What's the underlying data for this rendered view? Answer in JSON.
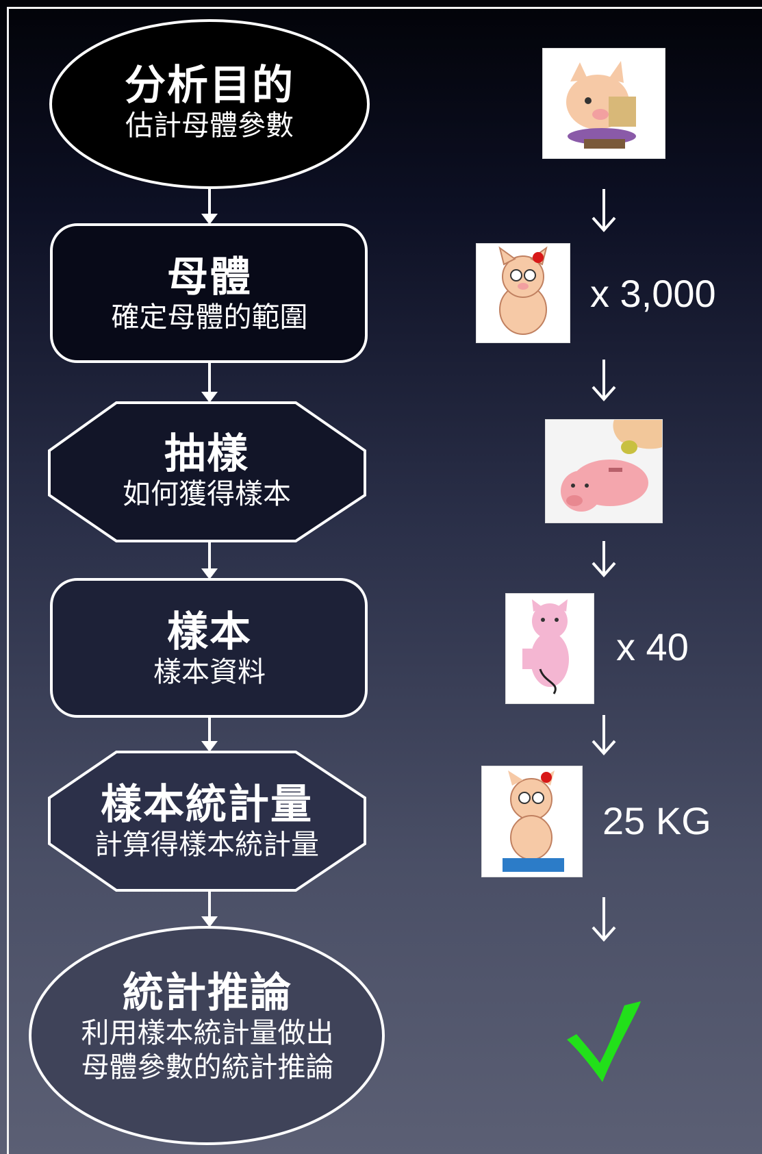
{
  "nodes": [
    {
      "title": "分析目的",
      "sub": "估計母體參數"
    },
    {
      "title": "母體",
      "sub": "確定母體的範圍"
    },
    {
      "title": "抽樣",
      "sub": "如何獲得樣本"
    },
    {
      "title": "樣本",
      "sub": "樣本資料"
    },
    {
      "title": "樣本統計量",
      "sub": "計算得樣本統計量"
    },
    {
      "title": "統計推論",
      "sub_line1": "利用樣本統計量做出",
      "sub_line2": "母體參數的統計推論"
    }
  ],
  "right": {
    "population_count": "x 3,000",
    "sample_count": "x 40",
    "weight": "25 KG"
  },
  "colors": {
    "check": "#22e01a",
    "line": "#ffffff"
  }
}
